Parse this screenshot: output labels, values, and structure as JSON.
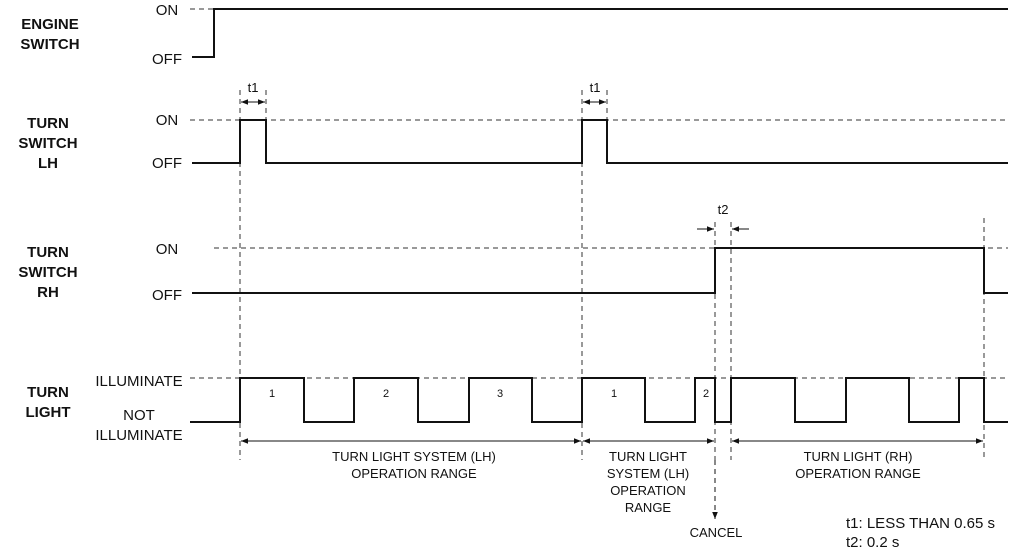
{
  "title": "Turn signal timing chart",
  "rows": {
    "engine": {
      "label_lines": [
        "ENGINE",
        "SWITCH"
      ],
      "on": "ON",
      "off": "OFF"
    },
    "turn_lh": {
      "label_lines": [
        "TURN",
        "SWITCH",
        "LH"
      ],
      "on": "ON",
      "off": "OFF"
    },
    "turn_rh": {
      "label_lines": [
        "TURN",
        "SWITCH",
        "RH"
      ],
      "on": "ON",
      "off": "OFF"
    },
    "turn_light": {
      "label_lines": [
        "TURN",
        "LIGHT"
      ],
      "on": "ILLUMINATE",
      "off_lines": [
        "NOT",
        "ILLUMINATE"
      ]
    }
  },
  "timing_marks": {
    "t1": "t1",
    "t2": "t2"
  },
  "pulse_numbers": [
    "1",
    "2",
    "3",
    "1",
    "2"
  ],
  "ranges": {
    "lh_range": [
      "TURN LIGHT SYSTEM (LH)",
      "OPERATION RANGE"
    ],
    "lh_short": [
      "TURN LIGHT",
      "SYSTEM (LH)",
      "OPERATION",
      "RANGE"
    ],
    "rh_range": [
      "TURN LIGHT (RH)",
      "OPERATION RANGE"
    ]
  },
  "cancel": "CANCEL",
  "notes": [
    "t1: LESS THAN 0.65 s",
    "t2: 0.2 s"
  ]
}
